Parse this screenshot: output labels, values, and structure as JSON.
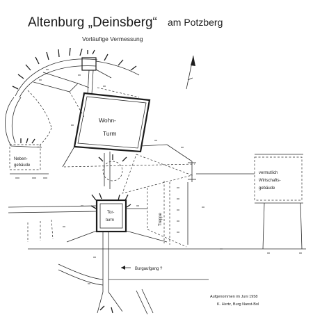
{
  "title": {
    "main": "Altenburg „Deinsberg“",
    "suffix": "am Potzberg"
  },
  "subtitle": "Vorläufige Vermessung",
  "labels": {
    "wohnturm_line1": "Wohn-",
    "wohnturm_line2": "Turm",
    "torturm_line1": "Tor-",
    "torturm_line2": "turm",
    "nebengebaeude_line1": "Neben-",
    "nebengebaeude_line2": "gebäude",
    "wirtschaft_line1": "vermutlich",
    "wirtschaft_line2": "Wirtschafts-",
    "wirtschaft_line3": "gebäude",
    "burgaufgang": "Burgaufgang ?",
    "treppe": "Treppe"
  },
  "footer": {
    "line1": "Aufgenommen im Juni 1958",
    "line2": "K. Hertz, Burg Nanst-Bol"
  },
  "colors": {
    "ink": "#1c1c1c",
    "paper": "#ffffff"
  }
}
